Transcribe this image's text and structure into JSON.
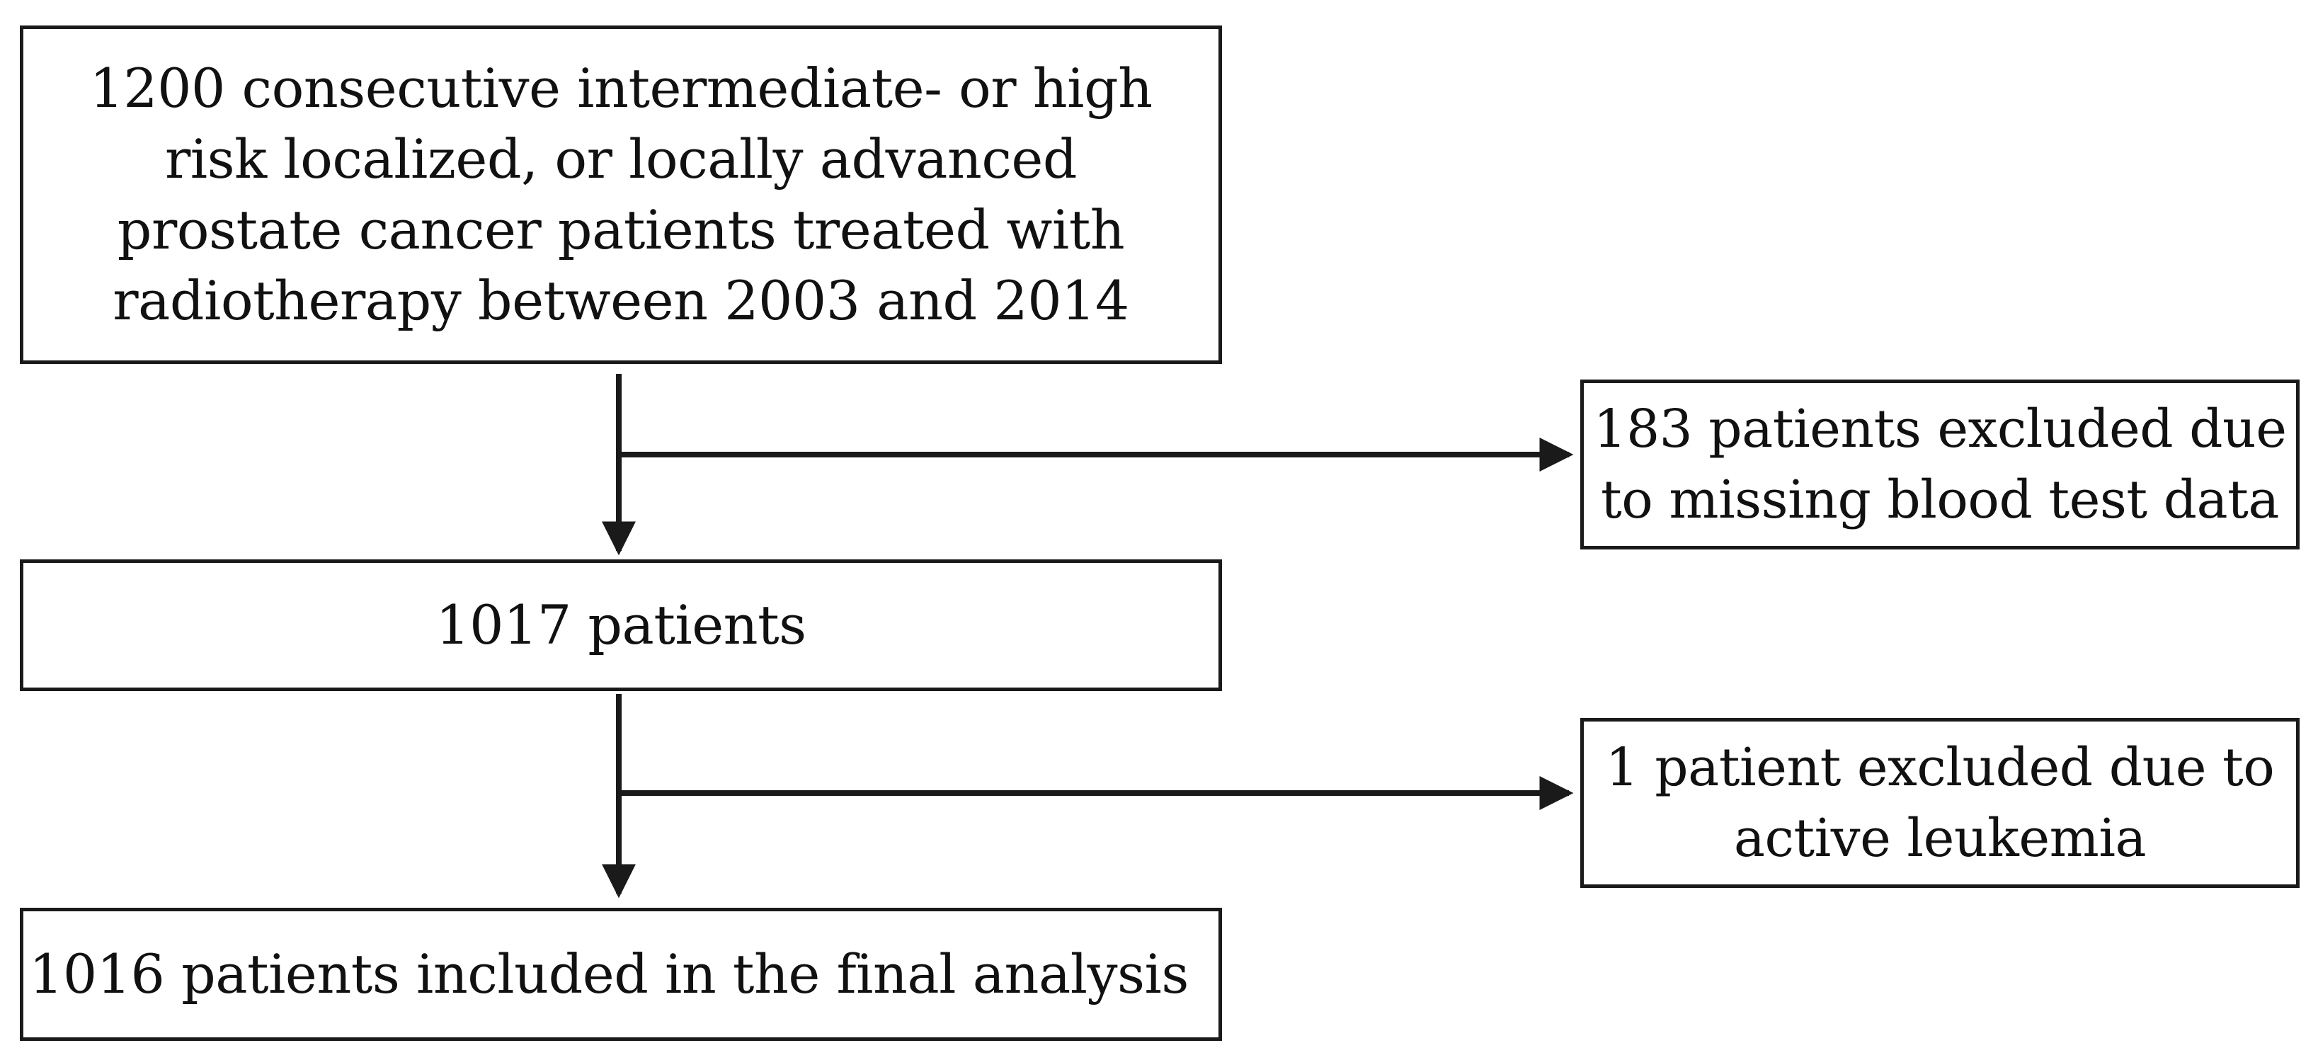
{
  "flowchart": {
    "start_box": "1200 consecutive intermediate- or high\nrisk localized, or locally advanced\nprostate cancer patients  treated with\nradiotherapy between 2003 and 2014",
    "exclusion_1": "183 patients excluded due\nto missing blood test data",
    "mid_box": "1017 patients",
    "exclusion_2": "1 patient excluded due to\nactive leukemia",
    "final_box": "1016 patients included in the final analysis"
  },
  "colors": {
    "line": "#1a1a1a",
    "background": "#ffffff"
  }
}
